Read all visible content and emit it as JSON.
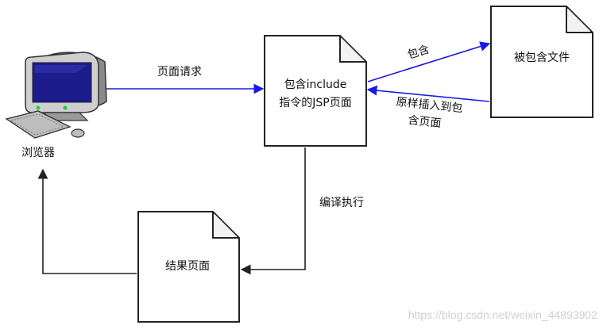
{
  "nodes": {
    "browser": {
      "label": "浏览器",
      "icon": "computer-icon"
    },
    "jsp_page": {
      "label_line1": "包含include",
      "label_line2": "指令的JSP页面"
    },
    "included_file": {
      "label": "被包含文件"
    },
    "result_page": {
      "label": "结果页面"
    }
  },
  "edges": {
    "page_request": {
      "label": "页面请求"
    },
    "include": {
      "label": "包含"
    },
    "insert_back": {
      "label_line1": "原样插入到包",
      "label_line2": "含页面"
    },
    "compile_execute": {
      "label": "编译执行"
    }
  },
  "watermark": "https://blog.csdn.net/weixin_44893902",
  "colors": {
    "blue_arrow": "#1a1ae6",
    "black_arrow": "#222222",
    "doc_stroke": "#222222",
    "doc_fill": "#ffffff"
  }
}
